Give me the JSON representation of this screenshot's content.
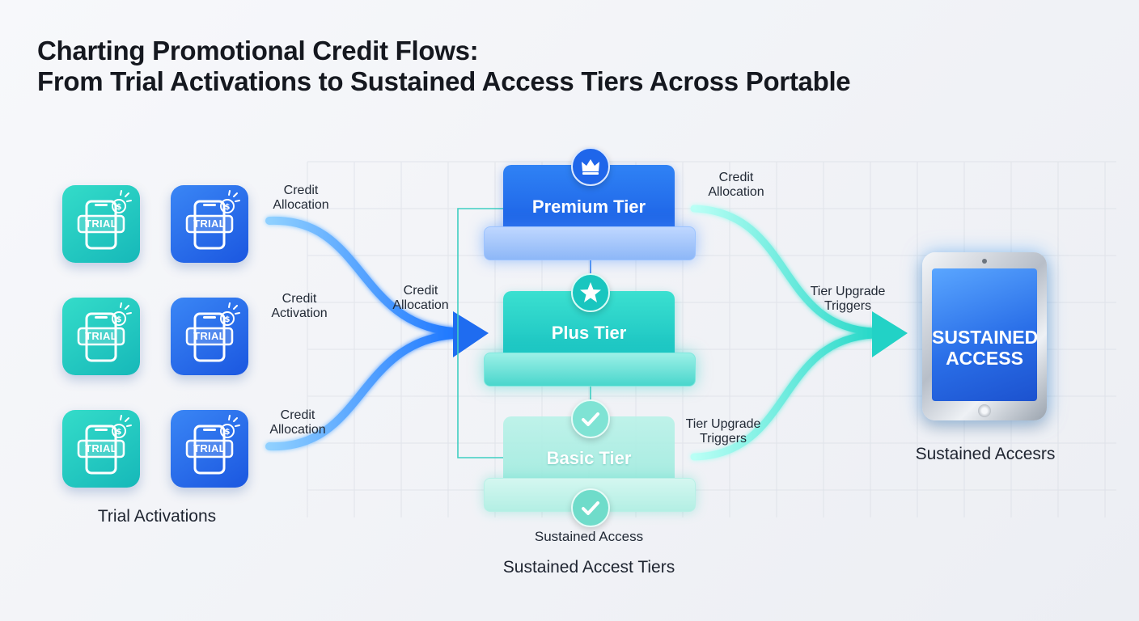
{
  "title": {
    "line1": "Charting Promotional Credit Flows:",
    "line2": "From Trial Activations to Sustained Access Tiers Across Portable"
  },
  "trial_app": {
    "badge_text": "TRIAL",
    "icon": "phone-dollar-icon",
    "rows": [
      [
        "teal",
        "blue"
      ],
      [
        "teal",
        "blue"
      ],
      [
        "teal",
        "blue"
      ]
    ]
  },
  "left_labels": [
    {
      "line1": "Credit",
      "line2": "Allocation"
    },
    {
      "line1": "Credit",
      "line2": "Activation"
    },
    {
      "line1": "Credit",
      "line2": "Allocation"
    }
  ],
  "merge_label": {
    "line1": "Credit",
    "line2": "Allocation"
  },
  "tiers": [
    {
      "name": "Premium Tier",
      "icon": "crown-icon"
    },
    {
      "name": "Plus Tier",
      "icon": "star-icon"
    },
    {
      "name": "Basic Tier",
      "icon": "check-icon"
    }
  ],
  "tiers_sub_label": "Sustained Access",
  "right_labels": [
    {
      "line1": "Credit",
      "line2": "Allocation"
    },
    {
      "line1": "Tier Upgrade",
      "line2": "Triggers"
    },
    {
      "line1": "Tier Upgrade",
      "line2": "Triggers"
    }
  ],
  "device": {
    "screen_line1": "SUSTAINED",
    "screen_line2": "ACCESS"
  },
  "captions": {
    "trial": "Trial Activations",
    "tiers": "Sustained Accest Tiers",
    "device": "Sustained Accesrs"
  },
  "colors": {
    "teal": "#1fc8c0",
    "blue": "#1f64e6",
    "flow_blue": "#2a8cff",
    "flow_teal": "#38e0cf"
  }
}
